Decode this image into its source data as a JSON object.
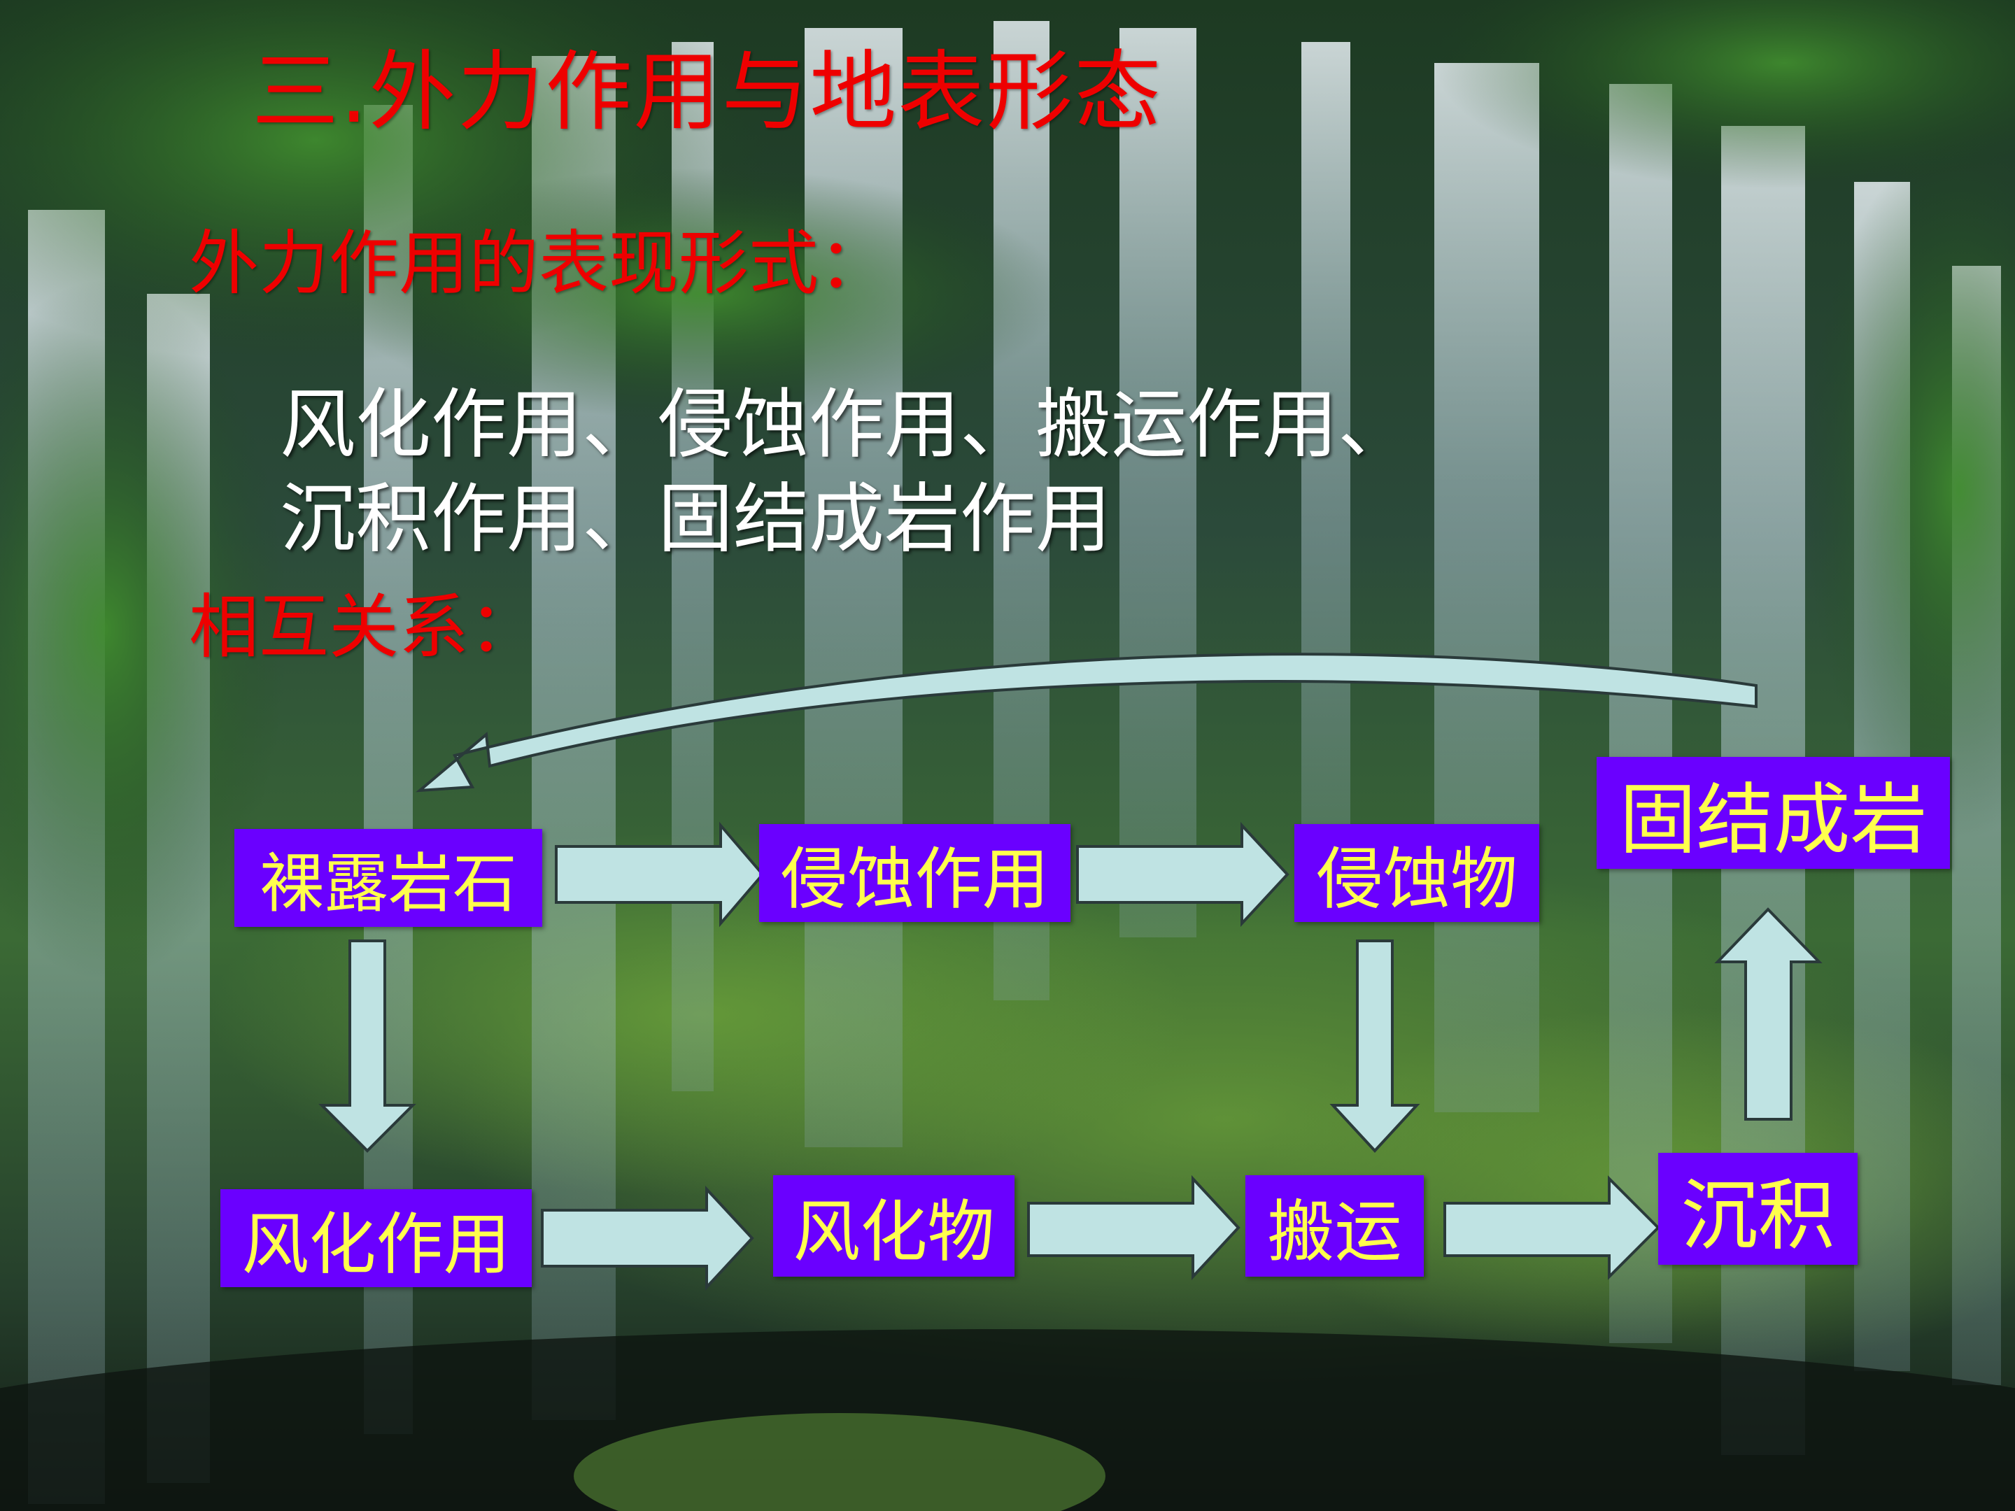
{
  "title": "三.外力作用与地表形态",
  "forms": {
    "heading": "外力作用的表现形式：",
    "line1": "风化作用、侵蚀作用、搬运作用、",
    "line2": "沉积作用、固结成岩作用"
  },
  "relation": {
    "heading": "相互关系："
  },
  "nodes": {
    "exposed_rock": "裸露岩石",
    "erosion": "侵蚀作用",
    "eroded_material": "侵蚀物",
    "lithification": "固结成岩",
    "weathering": "风化作用",
    "weathered_material": "风化物",
    "transport": "搬运",
    "deposition": "沉积"
  },
  "colors": {
    "title_red": "#ee0000",
    "node_fill": "#6a00ff",
    "node_text": "#ffff4d",
    "arrow_fill": "#bfe3e3",
    "body_text": "#ffffff"
  }
}
